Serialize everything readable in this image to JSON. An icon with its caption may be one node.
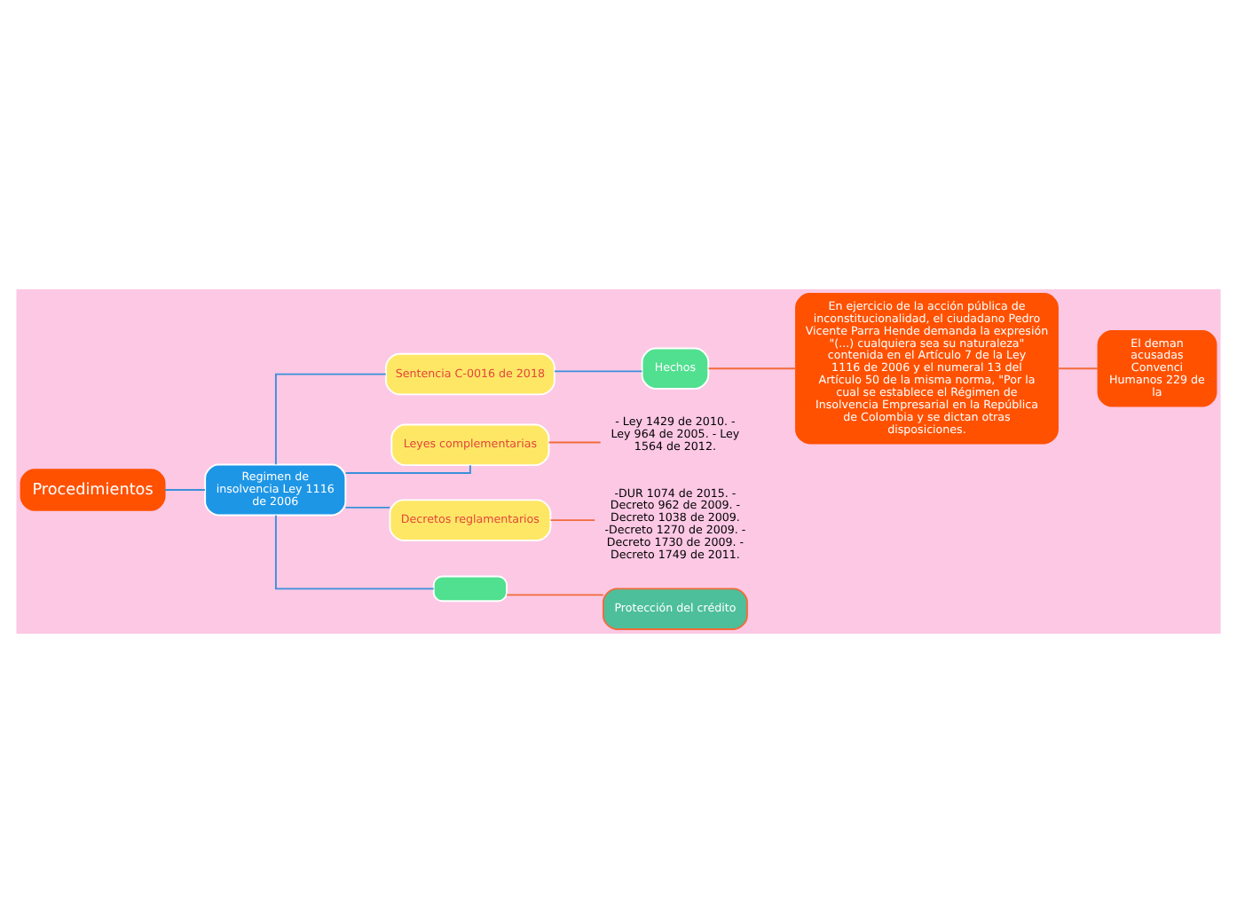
{
  "diagram": {
    "nodes": [
      {
        "text": [
          "Procedimientos"
        ]
      },
      {
        "text": [
          "Regimen de insolvencia Ley 1116 de 2006"
        ]
      },
      {
        "text": [
          "Sentencia C-0016 de 2018"
        ]
      },
      {
        "text": [
          "Hechos"
        ]
      },
      {
        "text": [
          "En ejercicio de la acción pública de inconstitucionalidad, el ciudadano Pedro Vicente Parra Hende demanda la expresión \"(...) cualquiera sea su naturaleza\" contenida en el Artículo 7 de la Ley 1116 de 2006 y el numeral 13 del Artículo 50 de la misma norma, \"Por la cual se establece el Régimen de Insolvencia Empresarial en la República de Colombia y se dictan otras disposiciones."
        ]
      },
      {
        "text": [
          "El deman acusadas Convenci Humanos 229 de la"
        ]
      },
      {
        "text": [
          "Leyes complementarias"
        ]
      },
      {
        "text": [
          "- Ley 1429 de 2010. - Ley 964 de 2005. - Ley 1564 de 2012."
        ]
      },
      {
        "text": [
          "Decretos reglamentarios"
        ]
      },
      {
        "text": [
          "-DUR 1074 de 2015. - Decreto 962 de 2009. - Decreto 1038 de 2009. -Decreto 1270 de 2009. - Decreto 1730 de 2009. - Decreto 1749 de 2011."
        ]
      },
      {
        "text": [],
        "shape": "box"
      },
      {
        "text": [
          "Protección del crédito"
        ]
      }
    ],
    "edges": [
      {
        "from": 0,
        "to": 1,
        "arrow": "none"
      },
      {
        "from": 1,
        "to": 2,
        "arrow": "none"
      },
      {
        "from": 2,
        "to": 3,
        "arrow": "none"
      },
      {
        "from": 3,
        "to": 4,
        "arrow": "none",
        "color": "#f26b3a"
      },
      {
        "from": 4,
        "to": 5,
        "arrow": "none",
        "color": "#f26b3a"
      },
      {
        "from": 1,
        "to": 6,
        "arrow": "none"
      },
      {
        "from": 6,
        "to": 7,
        "arrow": "none",
        "color": "#f26b3a"
      },
      {
        "from": 1,
        "to": 8,
        "arrow": "none"
      },
      {
        "from": 8,
        "to": 9,
        "arrow": "none",
        "color": "#f26b3a"
      },
      {
        "from": 1,
        "to": 10,
        "arrow": "none"
      },
      {
        "from": 10,
        "to": 11,
        "arrow": "none",
        "color": "#f26b3a"
      }
    ]
  }
}
